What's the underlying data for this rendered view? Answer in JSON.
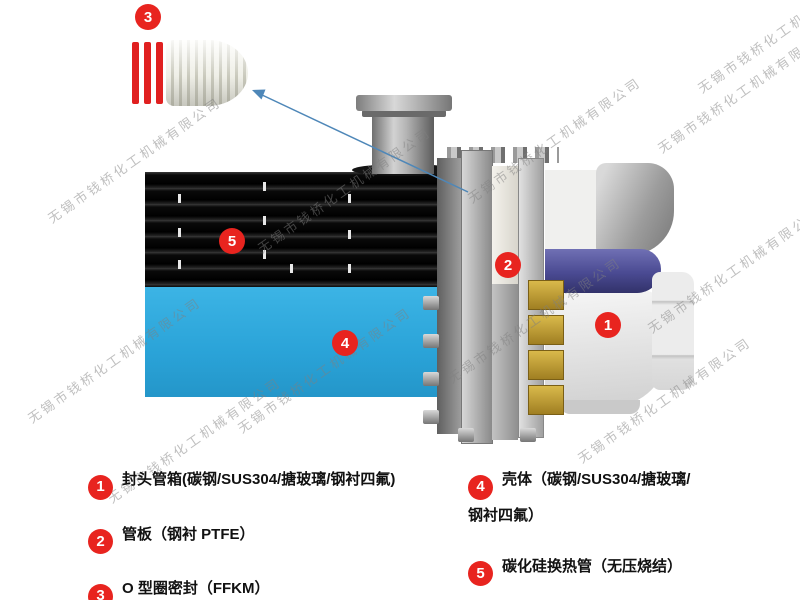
{
  "watermark": {
    "text": "无锡市钱桥化工机械有限公司"
  },
  "callouts": {
    "c1": "1",
    "c2": "2",
    "c3": "3",
    "c4": "4",
    "c5": "5"
  },
  "legend": {
    "items": [
      {
        "num": "1",
        "label": "封头管箱(碳钢/SUS304/搪玻璃/钢衬四氟)"
      },
      {
        "num": "2",
        "label": "管板（钢衬 PTFE）"
      },
      {
        "num": "3",
        "label": "O 型圈密封（FFKM）"
      },
      {
        "num": "4",
        "label": "壳体（碳钢/SUS304/搪玻璃/钢衬四氟）"
      },
      {
        "num": "5",
        "label": "碳化硅换热管（无压烧结）"
      }
    ]
  },
  "colors": {
    "badge_red": "#e8241f",
    "shell_blue": "#2aa3d8",
    "tube_black": "#0a0a0a",
    "band_purple": "#4a4a92",
    "block_gold": "#c9a236",
    "arrow_blue": "#4e87b8",
    "watermark_gray": "#808080"
  }
}
